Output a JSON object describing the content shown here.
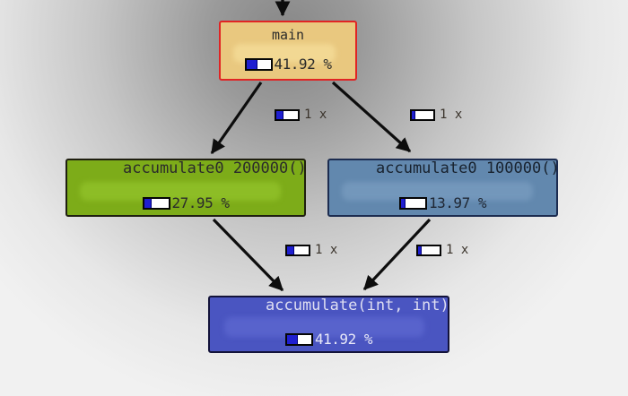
{
  "graph": {
    "nodes": [
      {
        "id": "main",
        "label": "main",
        "cost_percent": "41.92 %",
        "bar_fill": 41.92,
        "selected": true
      },
      {
        "id": "accumulate0-200000",
        "label": "accumulate0 200000()",
        "cost_percent": "27.95 %",
        "bar_fill": 27.95,
        "selected": false
      },
      {
        "id": "accumulate0-100000",
        "label": "accumulate0 100000()",
        "cost_percent": "13.97 %",
        "bar_fill": 13.97,
        "selected": false
      },
      {
        "id": "accumulate-int-int",
        "label": "accumulate(int, int)",
        "cost_percent": "41.92 %",
        "bar_fill": 41.92,
        "selected": false
      }
    ],
    "edges": [
      {
        "from": "offscreen-top",
        "to": "main",
        "label": null,
        "bar_fill": null
      },
      {
        "from": "main",
        "to": "accumulate0-200000",
        "label": "1 x",
        "bar_fill": 27.95
      },
      {
        "from": "main",
        "to": "accumulate0-100000",
        "label": "1 x",
        "bar_fill": 13.97
      },
      {
        "from": "accumulate0-200000",
        "to": "accumulate-int-int",
        "label": "1 x",
        "bar_fill": 27.95
      },
      {
        "from": "accumulate0-100000",
        "to": "accumulate-int-int",
        "label": "1 x",
        "bar_fill": 13.97
      }
    ],
    "colors": {
      "selected_node_border": "#e02424",
      "node_main_fill": "#e9c87f",
      "node_green_fill": "#7dac19",
      "node_steel_blue_fill": "#6288ae",
      "node_royal_blue_fill": "#4a55c1",
      "cost_bar_fill": "#1f1fd0",
      "arrow": "#0d0d0d"
    }
  }
}
